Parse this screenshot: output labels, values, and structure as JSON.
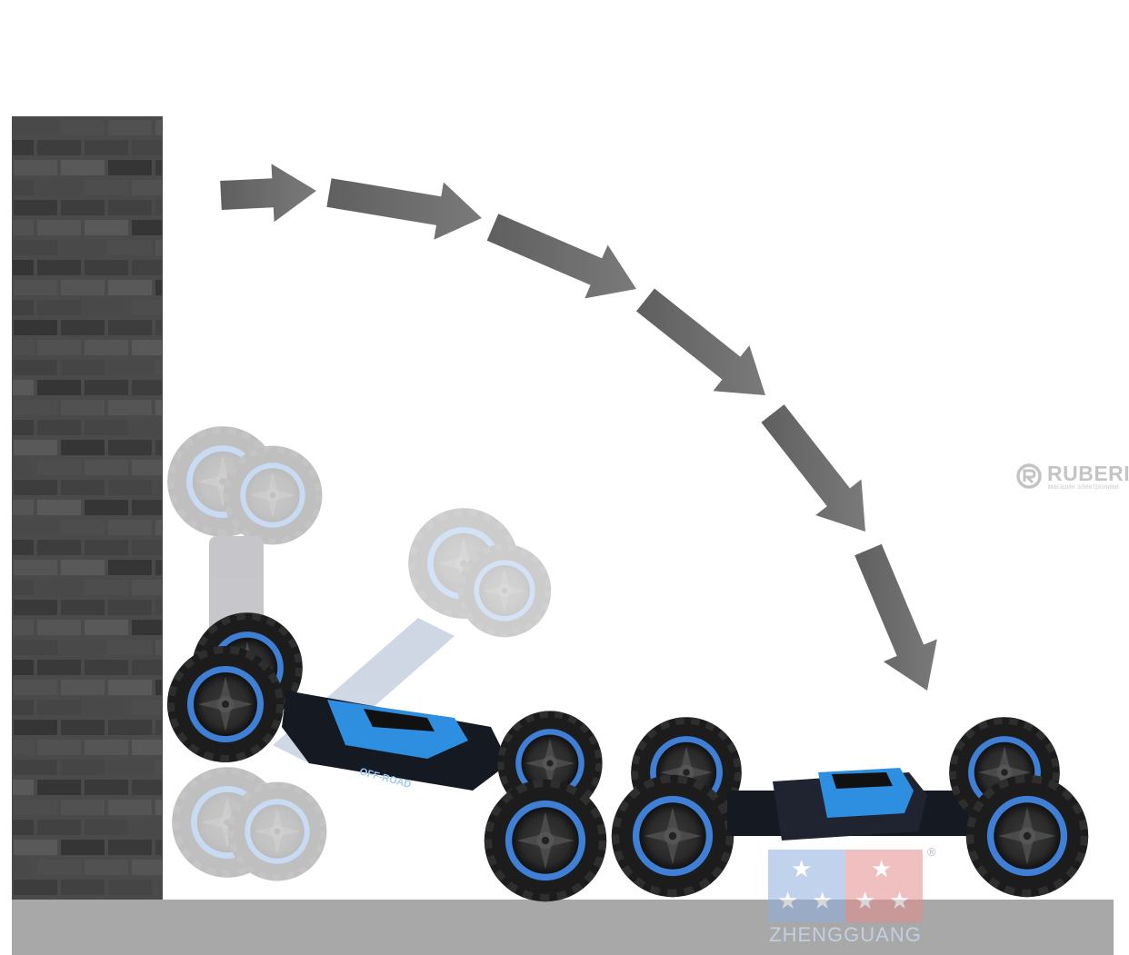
{
  "image": {
    "description_elements": [
      "brick-wall",
      "ground",
      "arc-arrows",
      "rc-car-ghost-upright",
      "rc-car-ghost-climbing",
      "rc-car-tilted",
      "rc-car-landed"
    ],
    "colors": {
      "background": "#ffffff",
      "wall": "#4a4a4a",
      "brick_dark": "#3a3a3a",
      "brick_light": "#6b6b6b",
      "ground": "#a8a8a8",
      "arrow": "#6e6e6e",
      "tire": "#1e1e1e",
      "rim": "#3f7fd6",
      "body_blue": "#2e8fe0",
      "chassis": "#151a22"
    }
  },
  "watermarks": {
    "ruberi": {
      "name": "RUBERI",
      "tagline": "магазин электроники"
    },
    "zhengguang": {
      "name": "ZHENGGUANG",
      "registered": "®"
    }
  },
  "car": {
    "decal_text": "OFF-ROAD"
  }
}
